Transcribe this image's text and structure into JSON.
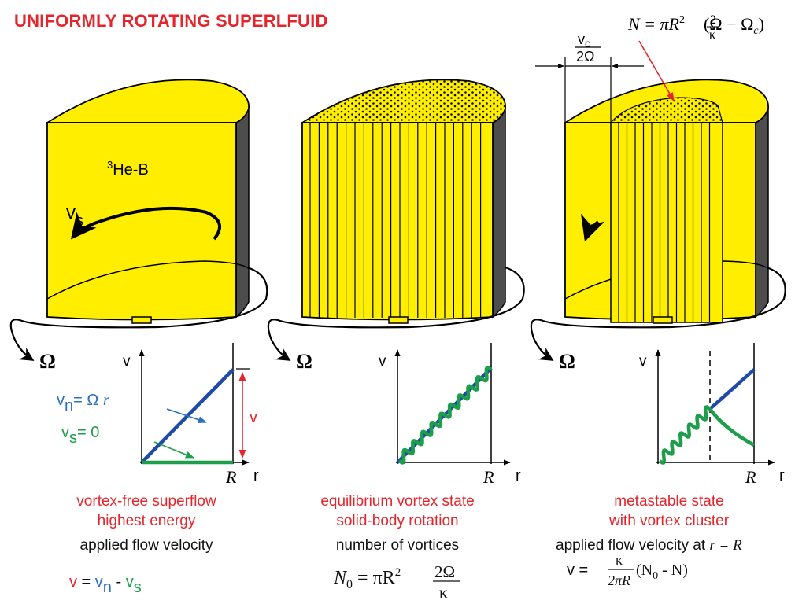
{
  "title": "UNIFORMLY ROTATING SUPERLFUID",
  "colors": {
    "yellow": "#ffee00",
    "dark_side": "#4d4d4d",
    "title_red": "#e4262c",
    "blue": "#1f4aa8",
    "green": "#1c9e4a",
    "label_blue": "#2a6fc0"
  },
  "panel1": {
    "phase_label_sup": "3",
    "phase_label": "He-B",
    "vs_label": "v",
    "vs_sub": "s",
    "omega_label": "Ω",
    "plot": {
      "v_axis": "v",
      "r_axis": "r",
      "R_label": "R",
      "bracket_label": "v",
      "vn_a": "v",
      "vn_b": "n",
      "vn_c": "= Ω ",
      "vn_d": "r",
      "vs_a": "v",
      "vs_b": "s",
      "vs_c": "= 0"
    },
    "caption_line1": "vortex-free superflow",
    "caption_line2": "highest energy",
    "caption_line3": "applied flow velocity",
    "formula": {
      "v": "v",
      "eq": " = ",
      "vn": "v",
      "vn_sub": "n",
      "minus": " - ",
      "vs": "v",
      "vs_sub": "s"
    }
  },
  "panel2": {
    "omega_label": "Ω",
    "plot": {
      "v_axis": "v",
      "r_axis": "r",
      "R_label": "R"
    },
    "caption_line1": "equilibrium vortex state",
    "caption_line2": "solid-body rotation",
    "caption_line3": "number of vortices",
    "formula": {
      "lhs": "N",
      "lhs_sub": "0",
      "eq": " = πR",
      "exp": "2",
      "num": "2Ω",
      "den": "κ"
    }
  },
  "panel3": {
    "omega_label": "Ω",
    "vc_num": "v",
    "vc_num_sub": "c",
    "vc_den": "2Ω",
    "top_formula": {
      "lhs": "N = πR",
      "exp": "2",
      "num": "2",
      "den": "κ",
      "rhs_a": "(Ω − Ω",
      "rhs_sub": "c",
      "rhs_b": ")"
    },
    "plot": {
      "v_axis": "v",
      "r_axis": "r",
      "R_label": "R"
    },
    "caption_line1": "metastable state",
    "caption_line2": "with vortex cluster",
    "caption_line3a": "applied flow velocity at ",
    "caption_line3b": "r = R",
    "formula": {
      "v": "v",
      "eq": " = ",
      "num": "κ",
      "den": "2πR",
      "rhs_a": " (N",
      "rhs_sub": "0",
      "rhs_b": " - N)"
    }
  }
}
